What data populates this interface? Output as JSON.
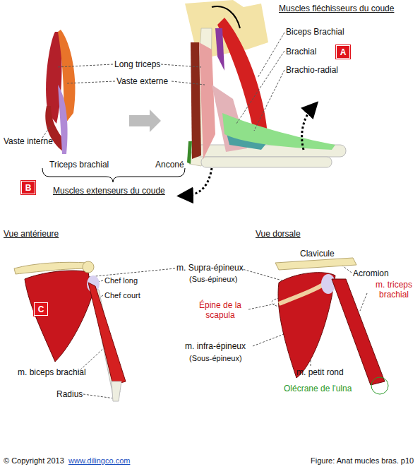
{
  "diagram": {
    "caption": "Figure: Anat mucles bras. p10",
    "nodes": [
      {
        "text": [
          "A"
        ]
      },
      {
        "text": [
          "B"
        ]
      },
      {
        "text": [
          "C"
        ]
      }
    ],
    "labels": [
      "Muscles fléchisseurs du coude",
      "Biceps Brachial",
      "Long triceps",
      "Brachial",
      "Vaste externe",
      "Brachio-radial",
      "Vaste interne",
      "Triceps brachial",
      "Anconé",
      "Muscles extenseurs du coude",
      "Vue antérieure",
      "Vue dorsale",
      "m. Supra-épineux",
      "(Sus-épineux)",
      "Clavicule",
      "Acromion",
      "Chef long",
      "Chef court",
      "Épine de la scapula",
      "m. triceps brachial",
      "m. infra-épineux",
      "(Sous-épineux)",
      "m. biceps brachial",
      "m. petit rond",
      "Radius",
      "Olécrane de l'ulna",
      "© Copyright 2013",
      "www.dilingco.com"
    ]
  }
}
